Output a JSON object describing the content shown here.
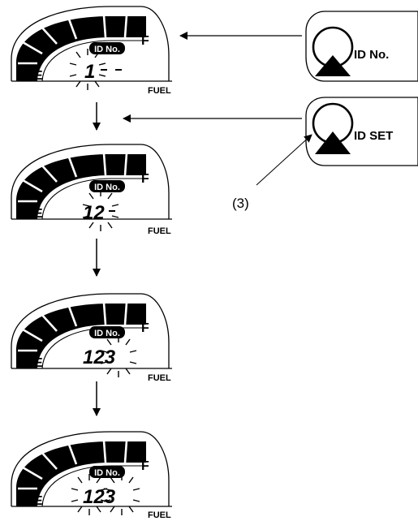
{
  "gauges": [
    {
      "fuel_letter_e": "E",
      "fuel_letter_f": "F",
      "fuel_word": "FUEL",
      "badge": "ID No.",
      "digits": "1",
      "blinking": "1"
    },
    {
      "fuel_letter_e": "E",
      "fuel_letter_f": "F",
      "fuel_word": "FUEL",
      "badge": "ID No.",
      "digits": "12",
      "blinking": "2"
    },
    {
      "fuel_letter_e": "E",
      "fuel_letter_f": "F",
      "fuel_word": "FUEL",
      "badge": "ID No.",
      "digits": "123",
      "blinking": "3"
    },
    {
      "fuel_letter_e": "E",
      "fuel_letter_f": "F",
      "fuel_word": "FUEL",
      "badge": "ID No.",
      "digits": "123",
      "blinking": "123"
    }
  ],
  "buttons": {
    "id_no_label": "ID No.",
    "id_set_label": "ID SET"
  },
  "callout": {
    "label": "(3)"
  }
}
